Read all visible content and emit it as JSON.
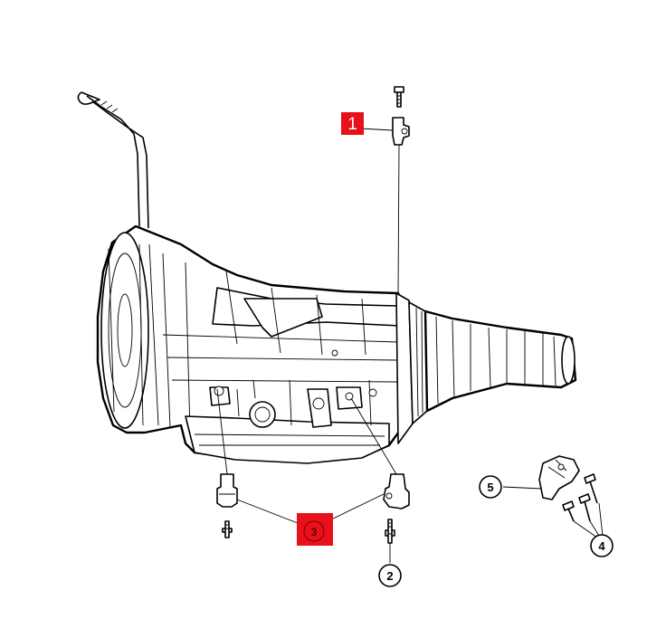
{
  "callouts": {
    "c1": "1",
    "c2": "2",
    "c3": "3",
    "c4": "4",
    "c5": "5"
  },
  "colors": {
    "highlight": "#e8101a",
    "ink": "#000000",
    "paper": "#ffffff"
  }
}
